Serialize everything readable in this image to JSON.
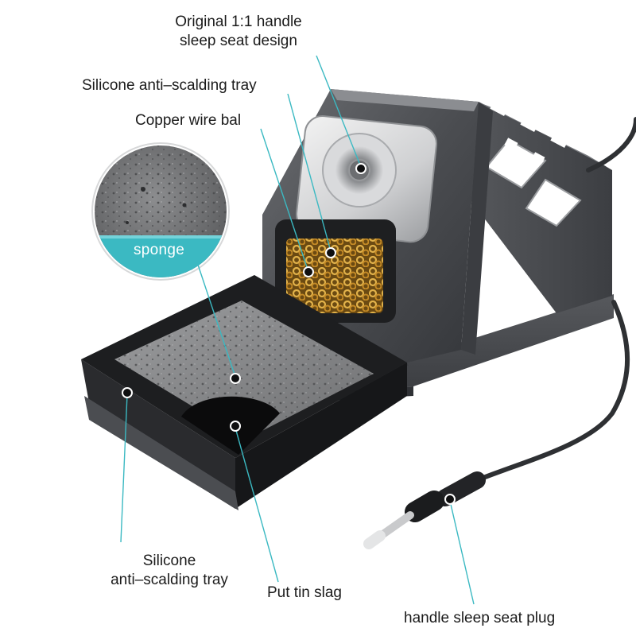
{
  "labels": {
    "handle_design": [
      "Original 1:1  handle",
      "sleep seat design"
    ],
    "silicone_top": "Silicone anti–scalding tray",
    "copper": "Copper wire bal",
    "sponge": "sponge",
    "silicone_bottom": [
      "Silicone",
      "anti–scalding tray"
    ],
    "tin_slag": "Put tin slag",
    "plug": "handle sleep seat plug"
  },
  "colors": {
    "accent": "#3bb9c2",
    "body_metal": "#4a4c50",
    "tray_rubber": "#1d1e20",
    "sponge": "#8a8b8d",
    "copper_wire": "#c8952e",
    "cable": "#2e3033"
  }
}
